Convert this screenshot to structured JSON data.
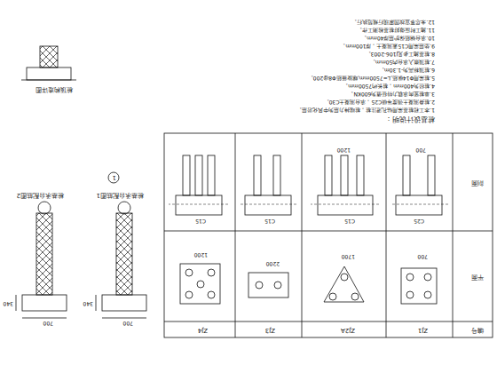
{
  "diagram": {
    "labels": [
      "桩基设计说明：",
      "1.本工程桩基采用钻孔灌注桩，桩端持力层为中风化岩层。",
      "2.桩身混凝土强度等级C25，承台混凝土C30。",
      "3.单桩竖向承载力特征值为600KN。",
      "4.桩径为400mm，桩长约7500mm。",
      "5.桩采用Φ14纵筋,L=7500mm,螺旋箍筋Φ8@200。",
      "6.桩顶标高为-1.30m。",
      "7.桩顶嵌入承台内50mm。",
      "8.桩基施工参见J106-2003。",
      "9.垫层采用C15素混凝土，厚100mm。",
      "10.承台钢筋保护层厚40mm。",
      "11.施工时应做好桩基检测工作。",
      "12.未尽事宜按国家现行规范执行。",
      "ZJ1",
      "ZJ2A",
      "ZJ3",
      "ZJ4",
      "编号",
      "平面",
      "剖面",
      "700",
      "1700",
      "2200",
      "1200",
      "700",
      "1200",
      "C25",
      "C15",
      "C15",
      "C15",
      "桩基承台配筋图1",
      "桩基承台配筋图2",
      "1",
      "700",
      "340",
      "700",
      "340",
      "桩顶构造详图"
    ]
  }
}
